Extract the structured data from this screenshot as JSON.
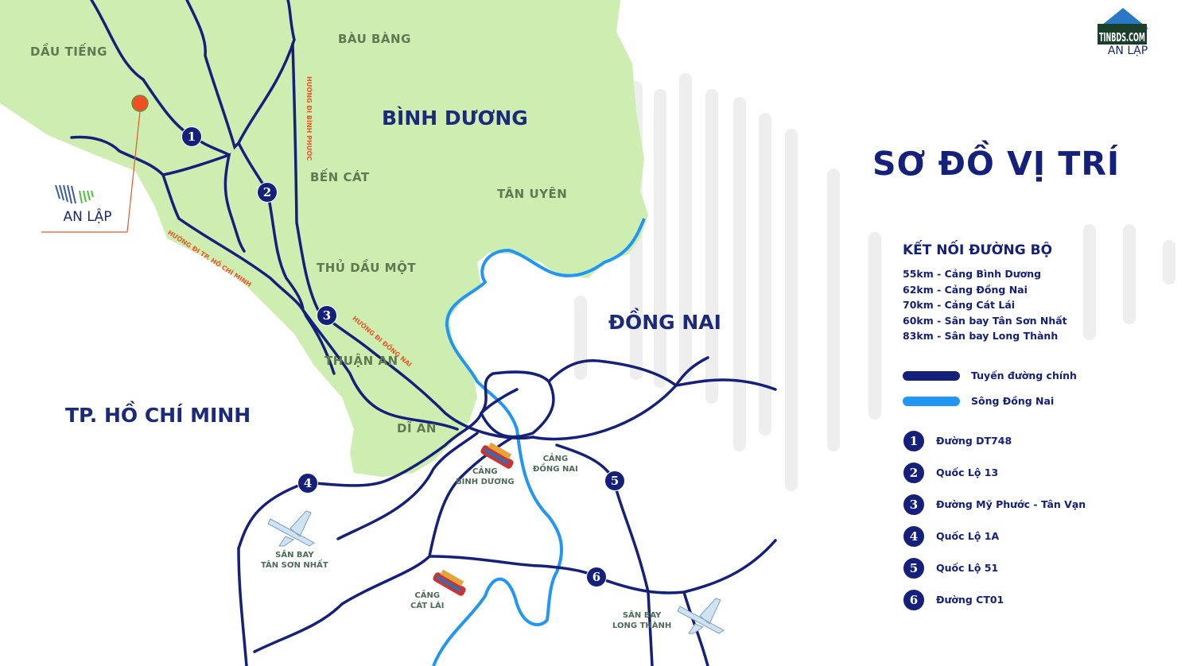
{
  "title": "SƠ ĐỒ VỊ TRÍ",
  "colors": {
    "land": "#cdeeb0",
    "road": "#15207a",
    "river": "#2196f3",
    "marker": "#f04e23",
    "direction": "#e8572a"
  },
  "regions": {
    "binh_duong": "BÌNH DƯƠNG",
    "dong_nai": "ĐỒNG NAI",
    "hcm": "TP. HỒ CHÍ MINH"
  },
  "places": {
    "dau_tieng": "DẦU TIẾNG",
    "bau_bang": "BÀU BÀNG",
    "ben_cat": "BẾN CÁT",
    "tan_uyen": "TÂN UYÊN",
    "thu_dau_mot": "THỦ DẦU MỘT",
    "thuan_an": "THUẬN AN",
    "di_an": "DĨ AN"
  },
  "pois": {
    "cang_binh_duong": [
      "CẢNG",
      "BÌNH DƯƠNG"
    ],
    "cang_dong_nai": [
      "CẢNG",
      "ĐỒNG NAI"
    ],
    "cang_cat_lai": [
      "CẢNG",
      "CÁT LÁI"
    ],
    "san_bay_tsn": [
      "SÂN BAY",
      "TÂN SƠN NHẤT"
    ],
    "san_bay_lt": [
      "SÂN BAY",
      "LONG THÀNH"
    ]
  },
  "directions": {
    "binh_phuoc": "HƯỚNG ĐI BÌNH PHƯỚC",
    "hcm": "HƯỚNG ĐI TP. HỒ CHÍ MINH",
    "dong_nai": "HƯỚNG ĐI ĐỒNG NAI"
  },
  "project_logo": "AN LẬP",
  "watermark_logo": "TINBDS.COM",
  "legend": {
    "heading": "KẾT NỐI ĐƯỜNG BỘ",
    "distances": [
      "55km - Cảng Bình Dương",
      "62km - Cảng Đồng Nai",
      "70km - Cảng Cát Lái",
      "60km - Sân bay Tân Sơn Nhất",
      "83km - Sân bay Long Thành"
    ],
    "lines": [
      {
        "label": "Tuyến đường chính",
        "color": "#15207a"
      },
      {
        "label": "Sông Đồng Nai",
        "color": "#2196f3"
      }
    ],
    "roads": [
      {
        "num": "1",
        "label": "Đường DT748"
      },
      {
        "num": "2",
        "label": "Quốc Lộ 13"
      },
      {
        "num": "3",
        "label": "Đường Mỹ Phước - Tân Vạn"
      },
      {
        "num": "4",
        "label": "Quốc Lộ 1A"
      },
      {
        "num": "5",
        "label": "Quốc Lộ 51"
      },
      {
        "num": "6",
        "label": "Đường CT01"
      }
    ]
  }
}
